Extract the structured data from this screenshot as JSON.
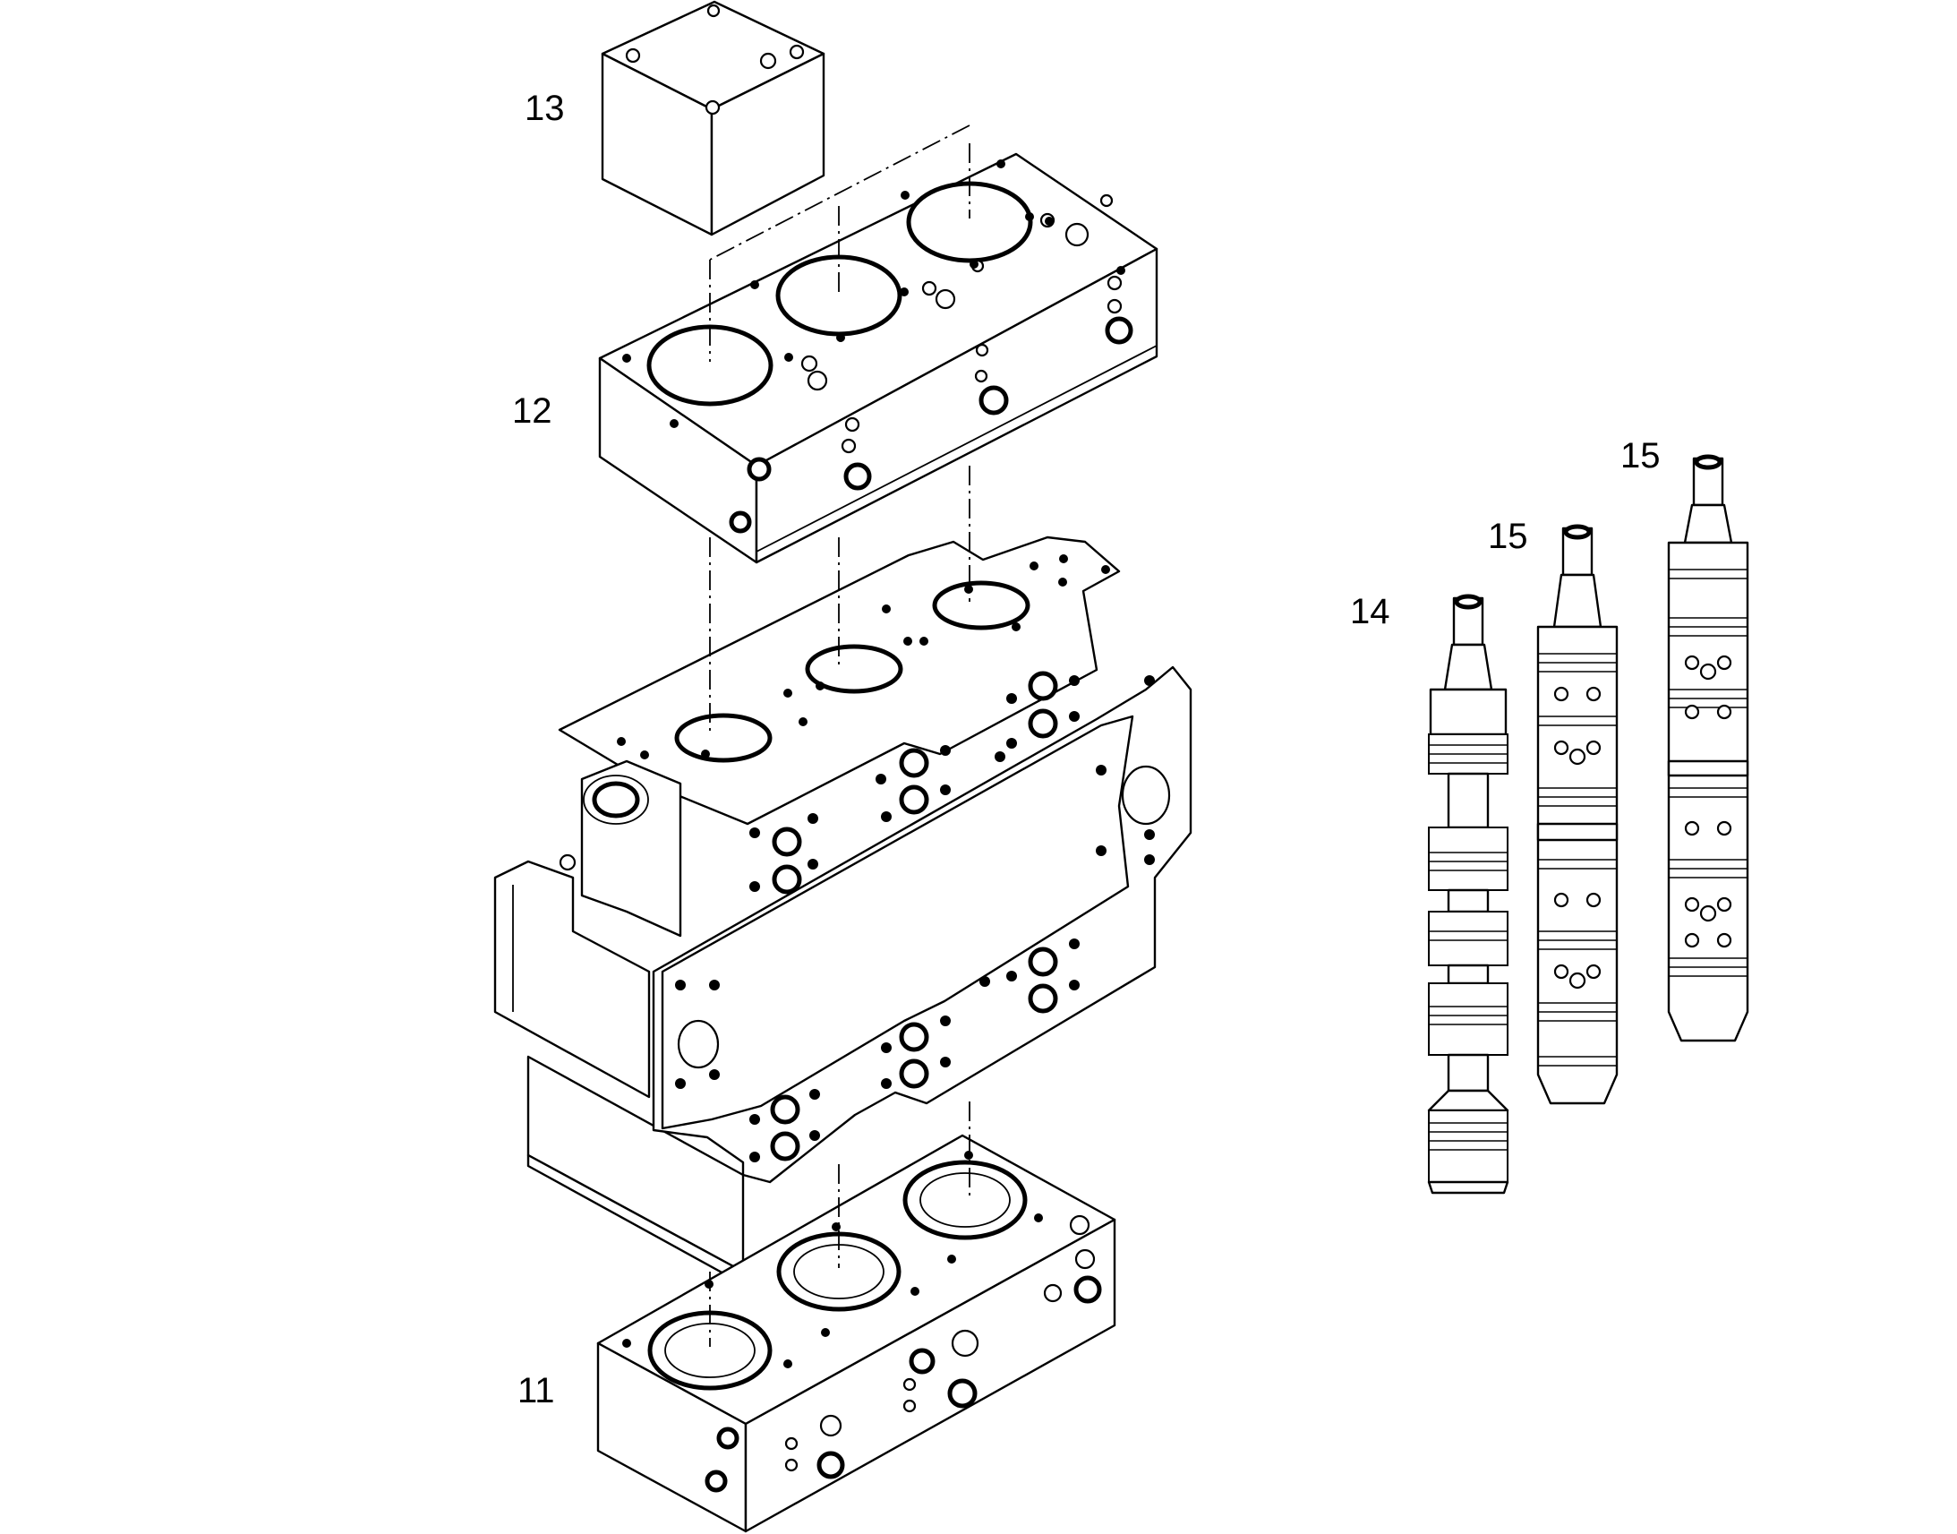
{
  "callouts": {
    "c11": "11",
    "c12": "12",
    "c13": "13",
    "c14": "14",
    "c15a": "15",
    "c15b": "15"
  },
  "colors": {
    "line": "#000000",
    "background": "#ffffff"
  }
}
